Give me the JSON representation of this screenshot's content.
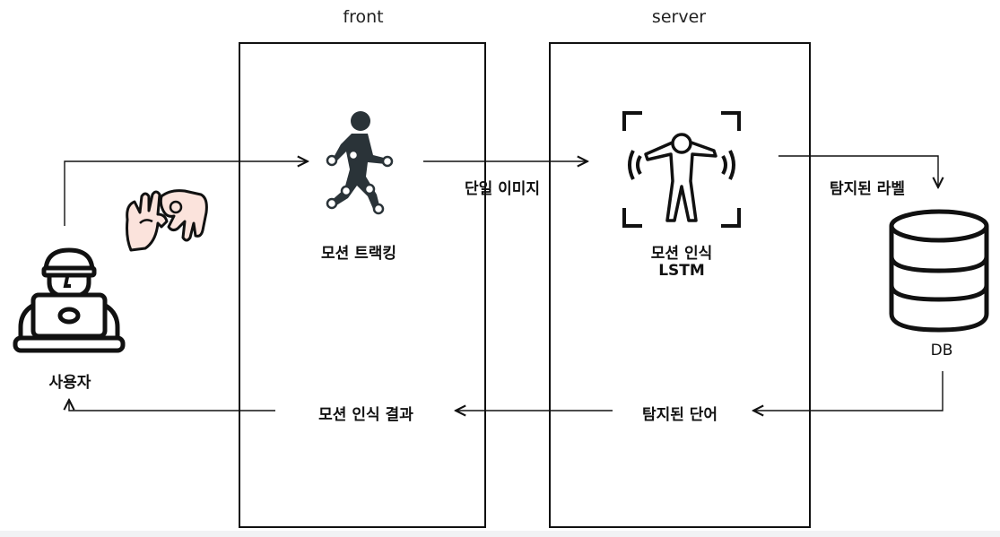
{
  "columns": {
    "front": "front",
    "server": "server"
  },
  "front": {
    "tracking_label": "모션 트랙킹",
    "result_label": "모션 인식 결과"
  },
  "server": {
    "recognition_label": "모션 인식",
    "model_label": "LSTM",
    "word_label": "탐지된 단어"
  },
  "edges": {
    "single_image": "단일 이미지",
    "detected_label": "탐지된 라벨"
  },
  "db": {
    "label": "DB"
  },
  "user": {
    "label": "사용자"
  },
  "icons": {
    "user": "user-laptop-icon",
    "hands": "sign-language-hands-icon",
    "tracking": "walking-figure-tracking-icon",
    "recognition": "motion-recognition-scan-icon",
    "database": "database-icon"
  },
  "colors": {
    "stroke": "#111111",
    "skin": "#fbe3dc",
    "figure": "#2a3338"
  }
}
